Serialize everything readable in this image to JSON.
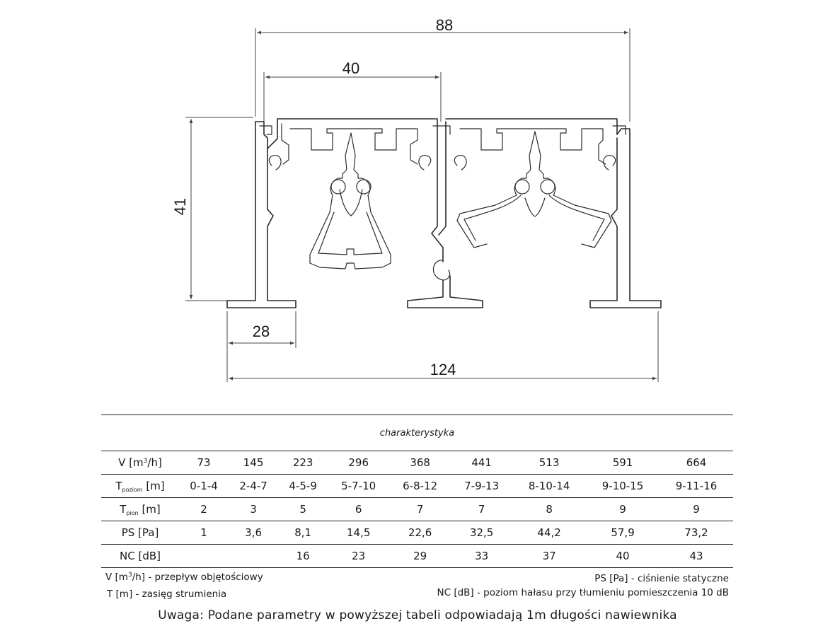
{
  "dimensions": {
    "total_width": "88",
    "inner_width": "40",
    "height": "41",
    "flange_width": "28",
    "overall_width": "124"
  },
  "table": {
    "caption": "charakterystyka",
    "rows": [
      {
        "label_main": "V [m",
        "label_sup": "3",
        "label_tail": "/h]",
        "label_sub": "",
        "values": [
          "73",
          "145",
          "223",
          "296",
          "368",
          "441",
          "513",
          "591",
          "664"
        ]
      },
      {
        "label_main": "T",
        "label_sup": "",
        "label_tail": " [m]",
        "label_sub": "poziom",
        "values": [
          "0-1-4",
          "2-4-7",
          "4-5-9",
          "5-7-10",
          "6-8-12",
          "7-9-13",
          "8-10-14",
          "9-10-15",
          "9-11-16"
        ]
      },
      {
        "label_main": "T",
        "label_sup": "",
        "label_tail": " [m]",
        "label_sub": "pion",
        "values": [
          "2",
          "3",
          "5",
          "6",
          "7",
          "7",
          "8",
          "9",
          "9"
        ]
      },
      {
        "label_main": "PS [Pa]",
        "label_sup": "",
        "label_tail": "",
        "label_sub": "",
        "values": [
          "1",
          "3,6",
          "8,1",
          "14,5",
          "22,6",
          "32,5",
          "44,2",
          "57,9",
          "73,2"
        ]
      },
      {
        "label_main": "NC [dB]",
        "label_sup": "",
        "label_tail": "",
        "label_sub": "",
        "values": [
          "",
          "",
          "16",
          "23",
          "29",
          "33",
          "37",
          "40",
          "43"
        ]
      }
    ]
  },
  "legend": {
    "v_main": "V [m",
    "v_sup": "3",
    "v_tail": "/h] - przepływ objętościowy",
    "t": "T  [m] - zasięg strumienia",
    "ps": "PS [Pa] - ciśnienie statyczne",
    "nc": "NC [dB] - poziom hałasu przy tłumieniu pomieszczenia 10 dB"
  },
  "note": "Uwaga: Podane parametry w powyższej tabeli odpowiadają 1m długości nawiewnika"
}
